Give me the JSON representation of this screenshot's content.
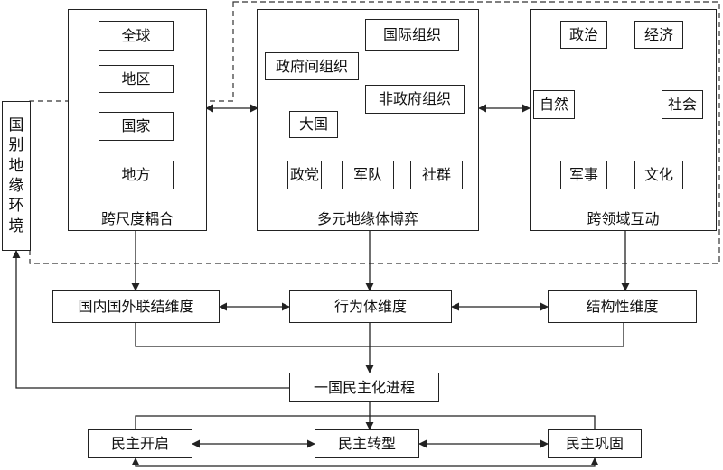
{
  "left_side": {
    "label_chars": [
      "国",
      "别",
      "地",
      "缘",
      "环",
      "境"
    ]
  },
  "panel_scale": {
    "title": "跨尺度耦合",
    "items": [
      "全球",
      "地区",
      "国家",
      "地方"
    ]
  },
  "panel_actors": {
    "title": "多元地缘体博弈",
    "items": {
      "intl_org": "国际组织",
      "igo": "政府间组织",
      "ngo": "非政府组织",
      "great_power": "大国",
      "party": "政党",
      "army": "军队",
      "community": "社群"
    }
  },
  "panel_domains": {
    "title": "跨领域互动",
    "items": {
      "politics": "政治",
      "economy": "经济",
      "nature": "自然",
      "society": "社会",
      "military": "军事",
      "culture": "文化"
    }
  },
  "dimensions": {
    "domestic_foreign": "国内国外联结维度",
    "actor": "行为体维度",
    "structural": "结构性维度"
  },
  "process": "一国民主化进程",
  "stages": {
    "start": "民主开启",
    "transition": "民主转型",
    "consolidation": "民主巩固"
  }
}
